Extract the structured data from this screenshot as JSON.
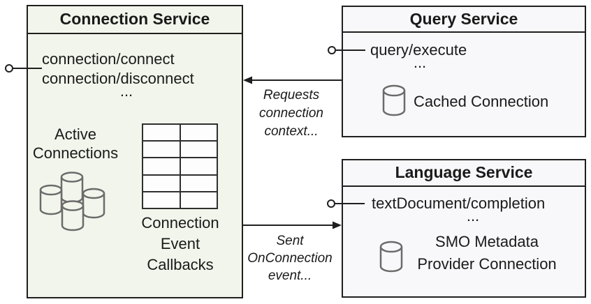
{
  "colors": {
    "canvas_bg": "#ffffff",
    "connection_box_bg": "#f2f5eb",
    "service_box_bg": "#f8f8fa",
    "box_border": "#1f1f1f",
    "text": "#1a1a1a",
    "cylinder_stroke": "#6b6b6b",
    "grid_line": "#2f2f2f",
    "grid_cell_bg": "#fdfdfd"
  },
  "connection_service": {
    "title": "Connection Service",
    "methods": [
      "connection/connect",
      "connection/disconnect"
    ],
    "more_indicator": "...",
    "active_connections_label": "Active\nConnections",
    "callbacks_label": "Connection\nEvent\nCallbacks"
  },
  "query_service": {
    "title": "Query Service",
    "methods": [
      "query/execute"
    ],
    "more_indicator": "...",
    "connection_label": "Cached Connection"
  },
  "language_service": {
    "title": "Language Service",
    "methods": [
      "textDocument/completion"
    ],
    "more_indicator": "...",
    "connection_label": "SMO Metadata\nProvider Connection"
  },
  "arrows": {
    "query_to_connection_label": "Requests\nconnection\ncontext...",
    "connection_to_language_label": "Sent\nOnConnection\nevent..."
  }
}
